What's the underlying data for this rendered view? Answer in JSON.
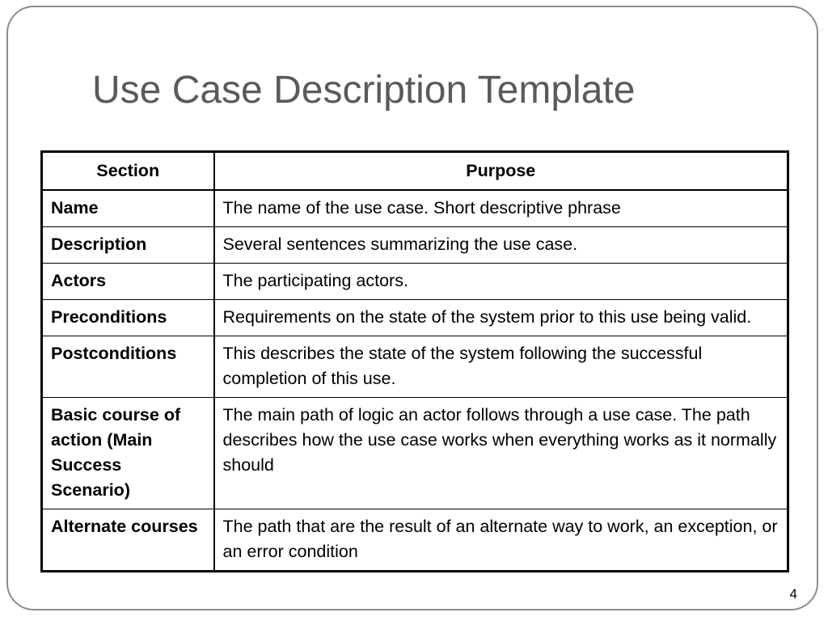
{
  "slide": {
    "title": "Use Case Description Template",
    "page_number": "4"
  },
  "table": {
    "headers": {
      "section": "Section",
      "purpose": "Purpose"
    },
    "rows": [
      {
        "section": "Name",
        "purpose": "The name of the use case. Short descriptive phrase"
      },
      {
        "section": "Description",
        "purpose": "Several sentences summarizing the use case."
      },
      {
        "section": "Actors",
        "purpose": "The participating actors."
      },
      {
        "section": "Preconditions",
        "purpose": "Requirements on the state of the system prior to this use being valid."
      },
      {
        "section": "Postconditions",
        "purpose": "This describes the state of the system following the successful completion of this use."
      },
      {
        "section": "Basic course of action (Main Success Scenario)",
        "purpose": "The main path of logic an actor follows through a use case. The path describes how the use case works when everything works as it normally should"
      },
      {
        "section": "Alternate courses",
        "purpose": "The path that are the result of an alternate way to work, an exception, or an error condition"
      }
    ]
  }
}
